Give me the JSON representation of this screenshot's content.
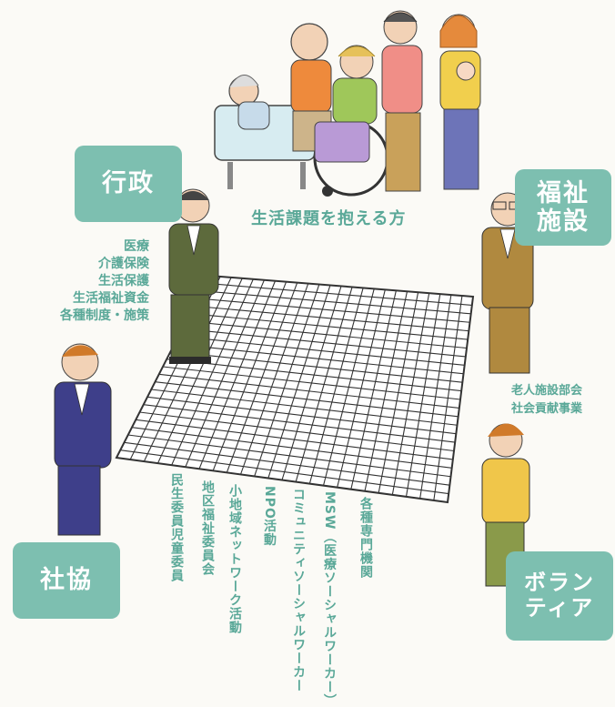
{
  "top_caption": "生活課題を抱える方",
  "gyosei": {
    "title": "行政",
    "items": [
      "医療",
      "介護保険",
      "生活保護",
      "生活福祉資金",
      "各種制度・施策"
    ]
  },
  "fukushi": {
    "title_line1": "福祉",
    "title_line2": "施設",
    "items": [
      "老人施設部会",
      "社会貢献事業"
    ]
  },
  "shakyo": {
    "title": "社協",
    "items": [
      "民生委員児童委員",
      "地区福祉委員会",
      "小地域ネットワーク活動"
    ]
  },
  "volunteer": {
    "title_line1": "ボラン",
    "title_line2": "ティア",
    "items": [
      "NPO活動",
      "コミュニティソーシャルワーカー",
      "MSW（医療ソーシャルワーカー）",
      "各種専門機関"
    ]
  },
  "colors": {
    "label_box": "#7dbfb0",
    "label_text": "#5aa898",
    "net_line": "#333333",
    "suit_gyosei": "#5d6a3c",
    "suit_fukushi": "#b0893f",
    "suit_shakyo": "#3e3f8a",
    "volunteer_top": "#f0c64a"
  }
}
